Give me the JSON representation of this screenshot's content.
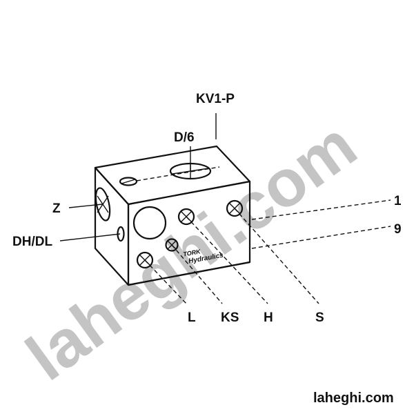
{
  "diagram": {
    "labels": {
      "top": "KV1-P",
      "top_port": "D/6",
      "left_upper": "Z",
      "left_lower": "DH/DL",
      "right_upper": "1",
      "right_lower": "9",
      "bottom_1": "L",
      "bottom_2": "KS",
      "bottom_3": "H",
      "bottom_4": "S"
    },
    "brand": {
      "line1": "TORK",
      "line2": "Hydraulics"
    }
  },
  "watermark": {
    "text": "laheghi.com",
    "site": "laheghi.com"
  }
}
